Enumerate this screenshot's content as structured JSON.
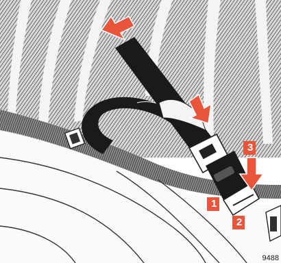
{
  "figure": {
    "callouts": [
      "1",
      "2",
      "3"
    ],
    "reference_number": "9488"
  },
  "colors": {
    "arrow_fill": "#e8553a",
    "callout_box": "#e8553a",
    "strap": "#1a1a1a",
    "seat_fabric_light": "#f2f2f2",
    "seat_fabric_hatch": "#4a4a4a",
    "background": "#ffffff"
  },
  "icons": [
    "up-left-arrow-icon",
    "down-right-arrow-icon",
    "down-arrow-icon"
  ]
}
